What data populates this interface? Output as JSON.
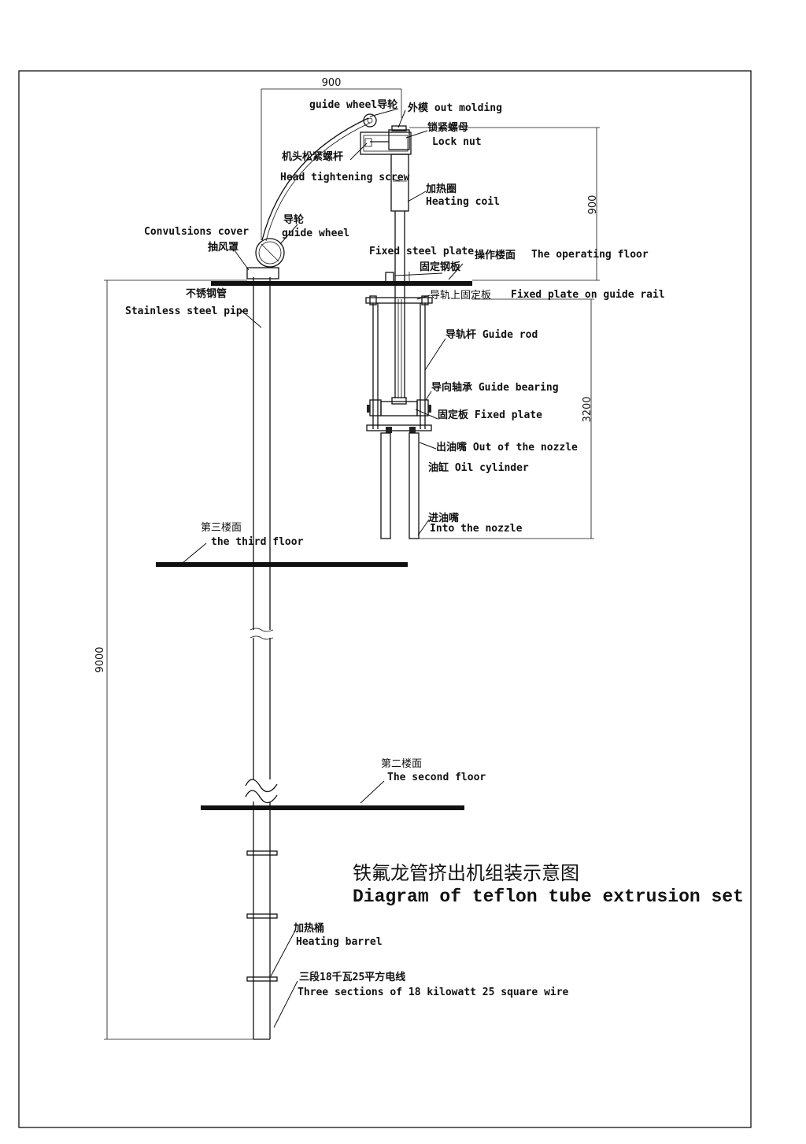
{
  "title": {
    "cn": "铁氟龙管挤出机组装示意图",
    "en": "Diagram of teflon tube extrusion set"
  },
  "dimensions": {
    "top_width": "900",
    "head_height": "900",
    "guide_height": "3200",
    "total_height": "9000"
  },
  "labels": {
    "guide_wheel_top": "guide wheel导轮",
    "out_molding": "外模 out molding",
    "lock_nut_cn": "锁紧螺母",
    "lock_nut_en": "Lock nut",
    "head_screw_cn": "机头松紧螺杆",
    "head_screw_en": "Head tightening screw",
    "heating_coil_cn": "加热圈",
    "heating_coil_en": "Heating coil",
    "guide_wheel_cn": "导轮",
    "guide_wheel_en": "guide wheel",
    "convulsions_cover_en": "Convulsions cover",
    "convulsions_cover_cn": "抽风罩",
    "fixed_steel_plate_en": "Fixed steel plate",
    "operating_floor_cn": "操作楼面",
    "operating_floor_en": "The operating floor",
    "fixed_steel_plate_cn": "固定钢板",
    "guide_rail_plate_cn": "导轨上固定板",
    "guide_rail_plate_en": "Fixed plate on guide rail",
    "stainless_cn": "不锈钢管",
    "stainless_en": "Stainless steel pipe",
    "guide_rod": "导轨杆 Guide rod",
    "guide_bearing": "导向轴承 Guide bearing",
    "fixed_plate": "固定板 Fixed plate",
    "out_nozzle": "出油嘴 Out of the nozzle",
    "oil_cylinder": "油缸 Oil cylinder",
    "into_nozzle_cn": "进油嘴",
    "into_nozzle_en": "Into the nozzle",
    "third_floor_cn": "第三楼面",
    "third_floor_en": "the third floor",
    "second_floor_cn": "第二楼面",
    "second_floor_en": "The second floor",
    "heating_barrel_cn": "加热桶",
    "heating_barrel_en": "Heating barrel",
    "wire_cn": "三段18千瓦25平方电线",
    "wire_en": "Three sections of 18 kilowatt 25 square wire"
  }
}
